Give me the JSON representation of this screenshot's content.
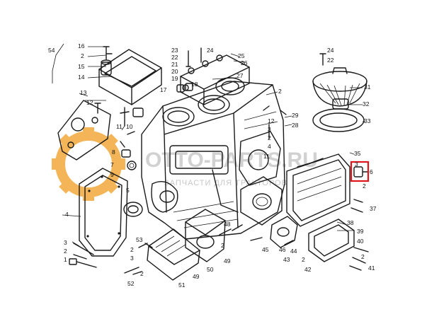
{
  "watermark": {
    "brand": "OTTO-PARTS.RU",
    "tagline": "ЗАПЧАСТИ ДЛЯ ТРАКТОРОВ",
    "gear_color": "#f2a93b",
    "text_color": "#c9c9c9"
  },
  "highlight": {
    "label": "3",
    "color": "#e0151b"
  },
  "callouts": [
    "54",
    "16",
    "2",
    "15",
    "14",
    "13",
    "12",
    "11",
    "10",
    "8",
    "7",
    "9",
    "5",
    "4",
    "3",
    "2",
    "1",
    "53",
    "2",
    "3",
    "52",
    "23",
    "24",
    "22",
    "21",
    "20",
    "19",
    "18",
    "17",
    "25",
    "26",
    "27",
    "2",
    "29",
    "28",
    "12",
    "3",
    "2",
    "4",
    "11",
    "31",
    "32",
    "33",
    "35",
    "6",
    "2",
    "37",
    "38",
    "39",
    "40",
    "2",
    "41",
    "45",
    "46",
    "44",
    "43",
    "2",
    "42",
    "48",
    "2",
    "50",
    "49",
    "2",
    "51",
    "49",
    "22",
    "24"
  ]
}
